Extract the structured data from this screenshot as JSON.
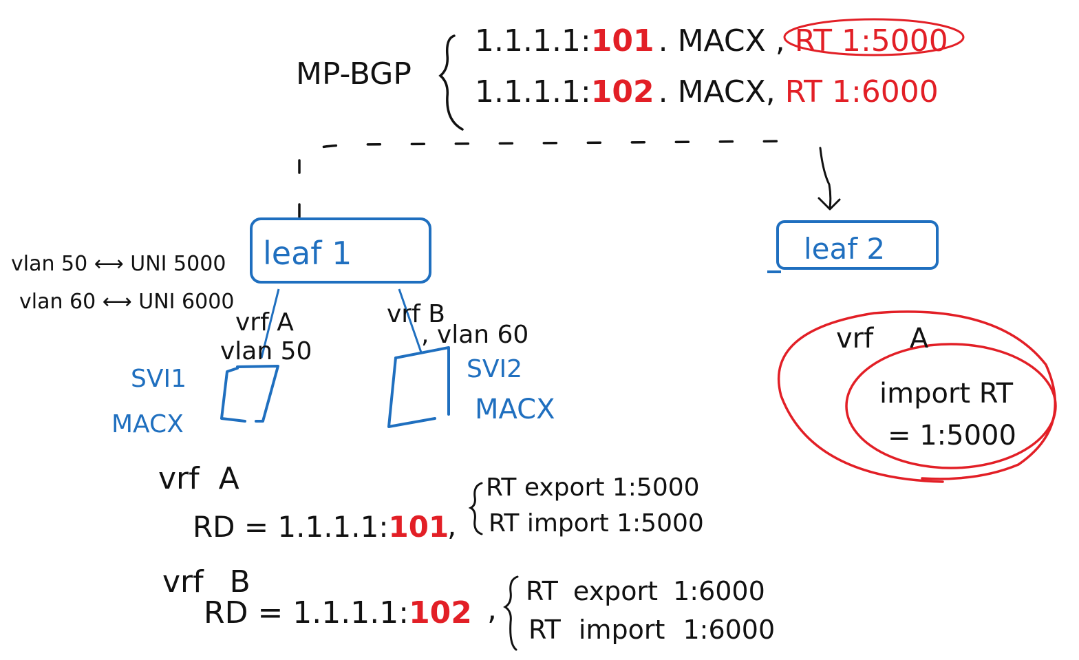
{
  "colors": {
    "ink": "#111111",
    "blue": "#1f6fbf",
    "red": "#e21f26"
  },
  "mp_bgp": {
    "label": "MP-BGP",
    "route1": {
      "prefix": "1.1.1.1:",
      "rd": "101",
      "mac": ". MACX ,",
      "rt": "RT 1:5000"
    },
    "route2": {
      "prefix": "1.1.1.1:",
      "rd": "102",
      "mac": ". MACX,",
      "rt": "RT 1:6000"
    }
  },
  "leaf1": {
    "label": "leaf 1",
    "vlan_map_1": "vlan 50 ⟷ UNI 5000",
    "vlan_map_2": "vlan 60 ⟷ UNI 6000",
    "vrf_a_label": "vrf A",
    "vrf_a_vlan": "vlan 50",
    "vrf_b_label": "vrf B",
    "vrf_b_vlan": ", vlan 60",
    "svi1_label": "SVI1",
    "svi1_mac": "MACX",
    "svi2_label": "SVI2",
    "svi2_mac": "MACX"
  },
  "leaf2": {
    "label": "leaf 2",
    "vrf_label": "vrf A",
    "import_label": "import RT",
    "import_value": "= 1:5000"
  },
  "config": {
    "vrf_a": {
      "title": "vrf A",
      "rd_prefix": "RD = 1.1.1.1:",
      "rd_suffix": "101",
      "sep": ",",
      "export": "RT export 1:5000",
      "import": "RT import 1:5000"
    },
    "vrf_b": {
      "title": "vrf B",
      "rd_prefix": "RD = 1.1.1.1:",
      "rd_suffix": "102",
      "sep": ",",
      "export": "RT export 1:6000",
      "import": "RT import 1:6000"
    }
  }
}
